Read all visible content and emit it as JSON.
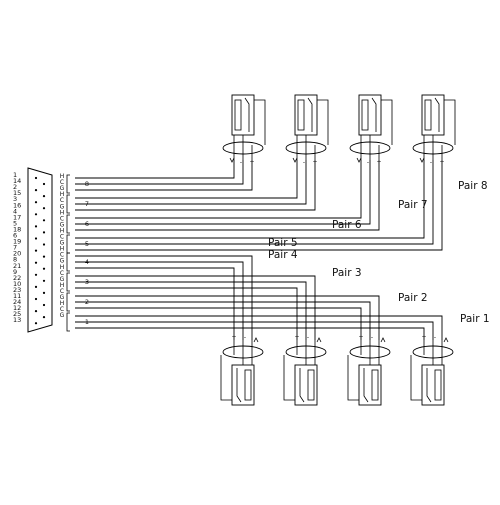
{
  "connector": {
    "pins_col_a": [
      "1",
      "14",
      "2",
      "15",
      "3",
      "16",
      "4",
      "17",
      "5",
      "18",
      "6",
      "19",
      "7",
      "20",
      "8",
      "21",
      "9",
      "22",
      "10",
      "23",
      "11",
      "24",
      "12",
      "25",
      "13"
    ],
    "pin_types": [
      "H",
      "C",
      "G",
      "H",
      "C",
      "G",
      "H",
      "C",
      "G",
      "H",
      "C",
      "G",
      "H",
      "C",
      "G",
      "H",
      "C",
      "G",
      "H",
      "C",
      "G",
      "H",
      "C",
      "G"
    ]
  },
  "pairs_top": [
    {
      "number": "8",
      "label": "Pair 8"
    },
    {
      "number": "7",
      "label": "Pair 7"
    },
    {
      "number": "6",
      "label": "Pair 6"
    },
    {
      "number": "5",
      "label": "Pair 5"
    }
  ],
  "pairs_bottom": [
    {
      "number": "4",
      "label": "Pair 4"
    },
    {
      "number": "3",
      "label": "Pair 3"
    },
    {
      "number": "2",
      "label": "Pair 2"
    },
    {
      "number": "1",
      "label": "Pair 1"
    }
  ],
  "jack_signs": {
    "plus": "+",
    "minus": "-"
  }
}
